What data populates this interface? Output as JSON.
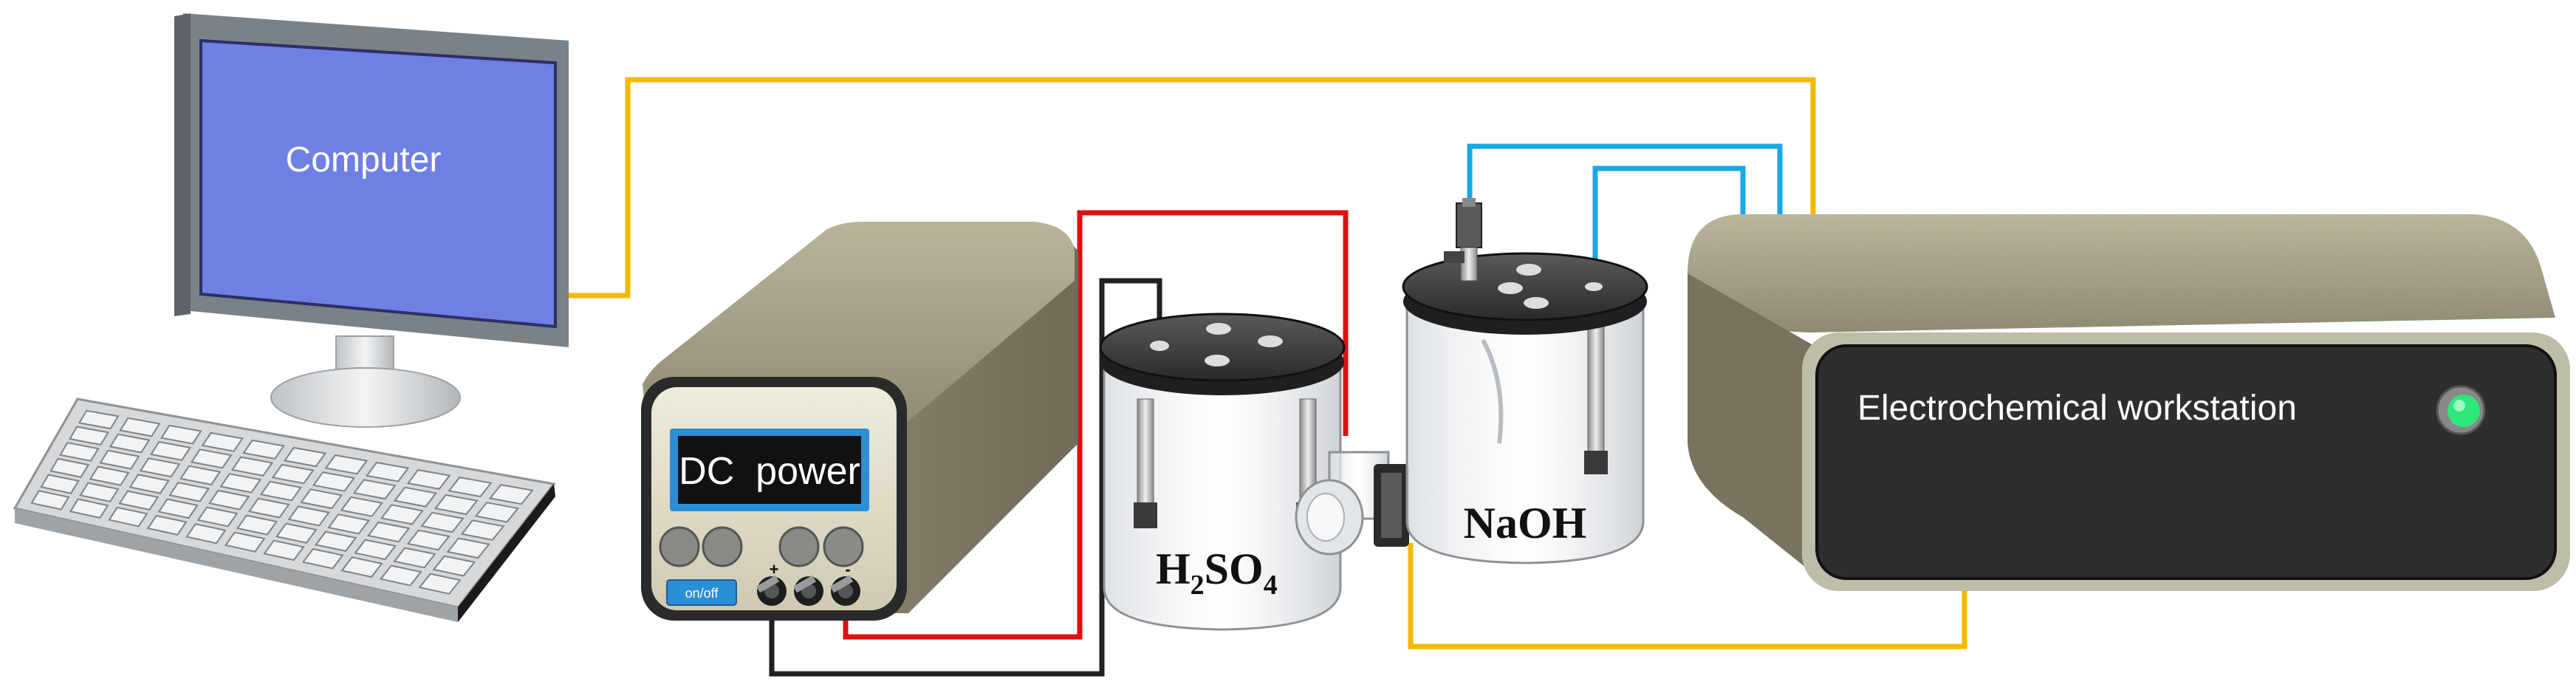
{
  "labels": {
    "computer": "Computer",
    "dc_power": "DC  power",
    "on_off": "on/off",
    "plus": "+",
    "minus": "-",
    "acid_base": "H",
    "acid_sub2": "2",
    "acid_mid": "SO",
    "acid_sub4": "4",
    "naoh": "NaOH",
    "workstation": "Electrochemical workstation"
  },
  "colors": {
    "yellow_wire": "#f5b800",
    "red_wire": "#e01010",
    "black_wire": "#202020",
    "blue_wire": "#1aa7e6",
    "screen": "#6f7fe3",
    "led": "#2ee67a"
  }
}
